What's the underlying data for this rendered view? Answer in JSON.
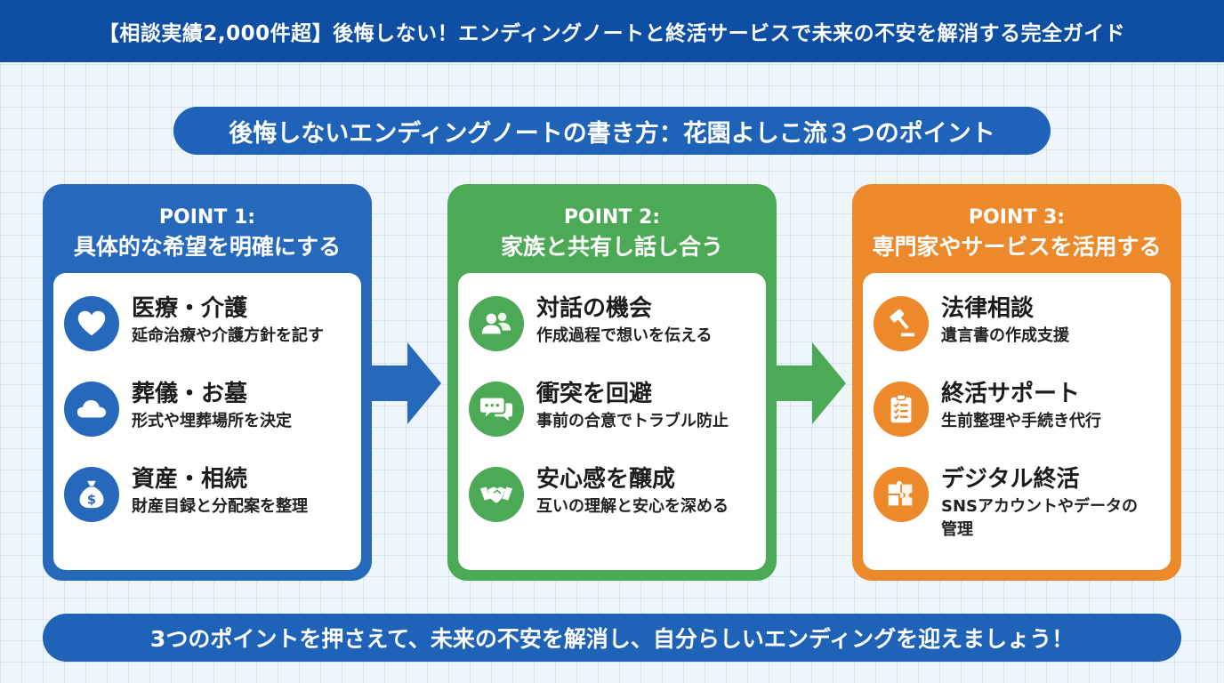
{
  "banner": "【相談実績2,000件超】後悔しない！エンディングノートと終活サービスで未来の不安を解消する完全ガイド",
  "subtitle": "後悔しないエンディングノートの書き方：花園よしこ流３つのポイント",
  "colors": {
    "blue": "#2669bb",
    "green": "#4caa56",
    "orange": "#ec8a2b",
    "navy": "#0e4fa3"
  },
  "points": [
    {
      "label": "POINT 1:",
      "title": "具体的な希望を明確にする",
      "items": [
        {
          "icon": "heart-icon",
          "heading": "医療・介護",
          "desc": "延命治療や介護方針を記す"
        },
        {
          "icon": "cloud-icon",
          "heading": "葬儀・お墓",
          "desc": "形式や埋葬場所を決定"
        },
        {
          "icon": "money-bag-icon",
          "heading": "資産・相続",
          "desc": "財産目録と分配案を整理"
        }
      ]
    },
    {
      "label": "POINT 2:",
      "title": "家族と共有し話し合う",
      "items": [
        {
          "icon": "people-icon",
          "heading": "対話の機会",
          "desc": "作成過程で想いを伝える"
        },
        {
          "icon": "chat-bubbles-icon",
          "heading": "衝突を回避",
          "desc": "事前の合意でトラブル防止"
        },
        {
          "icon": "handshake-icon",
          "heading": "安心感を醸成",
          "desc": "互いの理解と安心を深める"
        }
      ]
    },
    {
      "label": "POINT 3:",
      "title": "専門家やサービスを活用する",
      "items": [
        {
          "icon": "gavel-icon",
          "heading": "法律相談",
          "desc": "遺言書の作成支援"
        },
        {
          "icon": "clipboard-checklist-icon",
          "heading": "終活サポート",
          "desc": "生前整理や手続き代行"
        },
        {
          "icon": "puzzle-icon",
          "heading": "デジタル終活",
          "desc": "SNSアカウントやデータの",
          "desc2": "管理"
        }
      ]
    }
  ],
  "footer": "3つのポイントを押さえて、未来の不安を解消し、自分らしいエンディングを迎えましょう！"
}
